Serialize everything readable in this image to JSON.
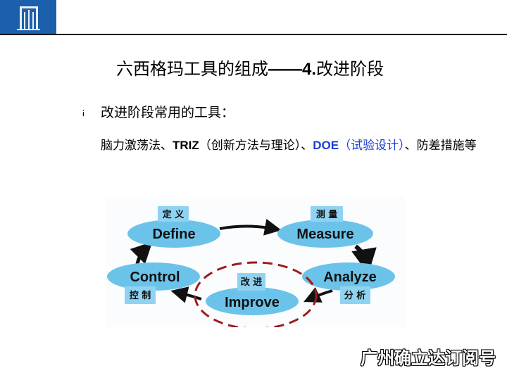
{
  "header": {
    "logo": "company-logo"
  },
  "slide": {
    "title_pre": "六西格玛工具的组成",
    "title_bold": "——4.",
    "title_post": "改进阶段",
    "bullet": "¡",
    "subhead": "改进阶段常用的工具：",
    "body": {
      "t1": "脑力激荡法、",
      "t2": "TRIZ",
      "t3": "（创新方法与理论）、",
      "t4": "DOE",
      "t5": "（试验设计）",
      "t6": "、防差措施等"
    }
  },
  "diagram": {
    "define": {
      "en": "Define",
      "zh": "定 义"
    },
    "measure": {
      "en": "Measure",
      "zh": "测 量"
    },
    "analyze": {
      "en": "Analyze",
      "zh": "分 析"
    },
    "improve": {
      "en": "Improve",
      "zh": "改 进"
    },
    "control": {
      "en": "Control",
      "zh": "控 制"
    },
    "colors": {
      "ellipse": "#6cc3ea",
      "label_box": "#8fd3f2",
      "highlight": "#9b1c1c"
    }
  },
  "watermark": "广州确立达订阅号"
}
